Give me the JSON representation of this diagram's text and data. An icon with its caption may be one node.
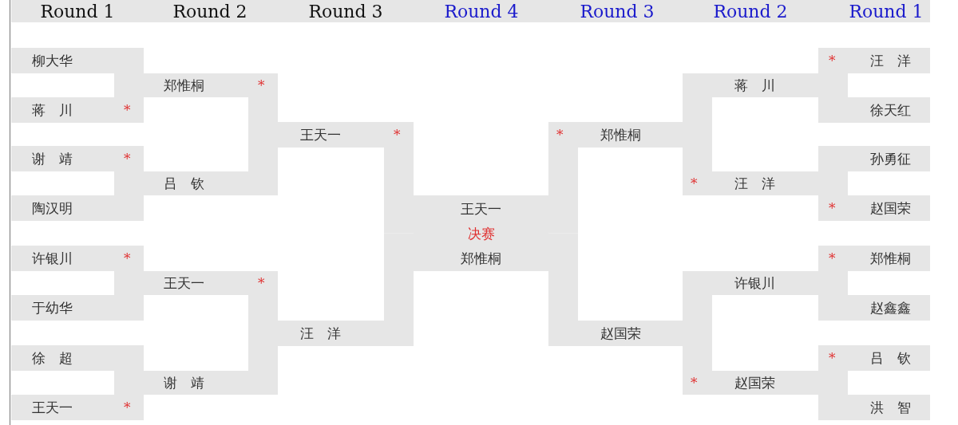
{
  "diagram": {
    "nodes": [
      {
        "text": [
          "柳大华"
        ]
      },
      {
        "text": [
          "蒋　川",
          "*"
        ]
      },
      {
        "text": [
          "谢　靖",
          "*"
        ]
      },
      {
        "text": [
          "陶汉明"
        ]
      },
      {
        "text": [
          "许银川",
          "*"
        ]
      },
      {
        "text": [
          "于幼华"
        ]
      },
      {
        "text": [
          "徐　超"
        ]
      },
      {
        "text": [
          "王天一",
          "*"
        ]
      },
      {
        "text": [
          "郑惟桐",
          "*"
        ]
      },
      {
        "text": [
          "吕　钦"
        ]
      },
      {
        "text": [
          "王天一",
          "*"
        ]
      },
      {
        "text": [
          "谢　靖"
        ]
      },
      {
        "text": [
          "王天一",
          "*"
        ]
      },
      {
        "text": [
          "汪　洋"
        ]
      },
      {
        "text": [
          "王天一",
          "决赛",
          "郑惟桐"
        ]
      },
      {
        "text": [
          "*",
          "郑惟桐"
        ]
      },
      {
        "text": [
          "赵国荣"
        ]
      },
      {
        "text": [
          "蒋　川"
        ]
      },
      {
        "text": [
          "*",
          "汪　洋"
        ]
      },
      {
        "text": [
          "许银川"
        ]
      },
      {
        "text": [
          "*",
          "赵国荣"
        ]
      },
      {
        "text": [
          "*",
          "汪　洋"
        ]
      },
      {
        "text": [
          "徐天红"
        ]
      },
      {
        "text": [
          "孙勇征"
        ]
      },
      {
        "text": [
          "*",
          "赵国荣"
        ]
      },
      {
        "text": [
          "*",
          "郑惟桐"
        ]
      },
      {
        "text": [
          "赵鑫鑫"
        ]
      },
      {
        "text": [
          "*",
          "吕　钦"
        ]
      },
      {
        "text": [
          "洪　智"
        ]
      }
    ],
    "edges": [
      {
        "from": 0,
        "to": 8,
        "arrow": "none"
      },
      {
        "from": 1,
        "to": 8,
        "arrow": "none"
      },
      {
        "from": 2,
        "to": 9,
        "arrow": "none"
      },
      {
        "from": 3,
        "to": 9,
        "arrow": "none"
      },
      {
        "from": 4,
        "to": 10,
        "arrow": "none"
      },
      {
        "from": 5,
        "to": 10,
        "arrow": "none"
      },
      {
        "from": 6,
        "to": 11,
        "arrow": "none"
      },
      {
        "from": 7,
        "to": 11,
        "arrow": "none"
      },
      {
        "from": 8,
        "to": 12,
        "arrow": "none"
      },
      {
        "from": 9,
        "to": 12,
        "arrow": "none"
      },
      {
        "from": 10,
        "to": 13,
        "arrow": "none"
      },
      {
        "from": 11,
        "to": 13,
        "arrow": "none"
      },
      {
        "from": 12,
        "to": 14,
        "arrow": "none"
      },
      {
        "from": 13,
        "to": 14,
        "arrow": "none"
      },
      {
        "from": 15,
        "to": 14,
        "arrow": "none"
      },
      {
        "from": 16,
        "to": 14,
        "arrow": "none"
      },
      {
        "from": 17,
        "to": 15,
        "arrow": "none"
      },
      {
        "from": 18,
        "to": 15,
        "arrow": "none"
      },
      {
        "from": 19,
        "to": 16,
        "arrow": "none"
      },
      {
        "from": 20,
        "to": 16,
        "arrow": "none"
      },
      {
        "from": 21,
        "to": 17,
        "arrow": "none"
      },
      {
        "from": 22,
        "to": 17,
        "arrow": "none"
      },
      {
        "from": 23,
        "to": 18,
        "arrow": "none"
      },
      {
        "from": 24,
        "to": 18,
        "arrow": "none"
      },
      {
        "from": 25,
        "to": 19,
        "arrow": "none"
      },
      {
        "from": 26,
        "to": 19,
        "arrow": "none"
      },
      {
        "from": 27,
        "to": 20,
        "arrow": "none"
      },
      {
        "from": 28,
        "to": 20,
        "arrow": "none"
      }
    ],
    "labels": [
      "Round 1",
      "Round 2",
      "Round 3",
      "Round 4",
      "Round 3",
      "Round 2",
      "Round 1"
    ]
  }
}
